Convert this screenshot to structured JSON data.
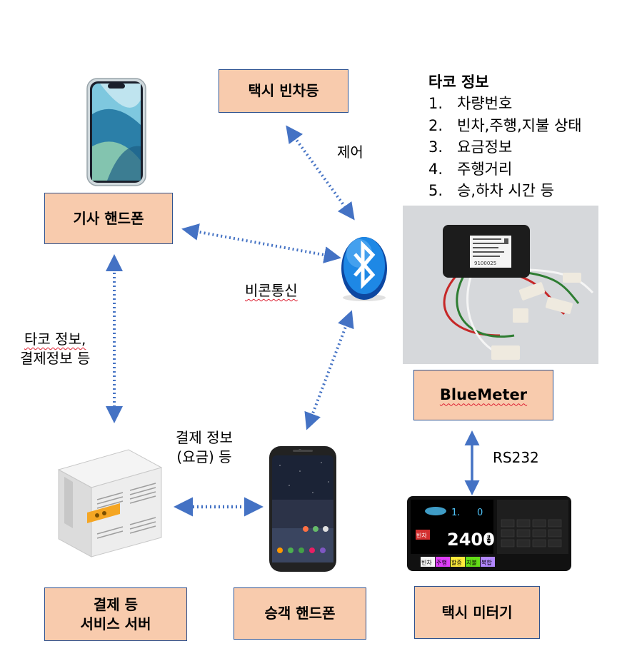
{
  "nodes": {
    "taxi_light": "택시 빈차등",
    "driver_phone": "기사 핸드폰",
    "bluemeter": "BlueMeter",
    "server_line1": "결제 등",
    "server_line2": "서비스 서버",
    "passenger_phone": "승객 핸드폰",
    "taxi_meter": "택시 미터기"
  },
  "edge_labels": {
    "control": "제어",
    "beacon": "비콘통신",
    "driver_server_line1": "타코 정보,",
    "driver_server_line2": "결제정보 등",
    "payment_line1": "결제 정보",
    "payment_line2": "(요금) 등",
    "rs232": "RS232"
  },
  "info": {
    "title": "타코 정보",
    "items": [
      {
        "n": "1.",
        "text": "차량번호"
      },
      {
        "n": "2.",
        "text": "빈차,주행,지불 상태"
      },
      {
        "n": "3.",
        "text": "요금정보"
      },
      {
        "n": "4.",
        "text": "주행거리"
      },
      {
        "n": "5.",
        "text": "승,하차 시간 등"
      }
    ]
  },
  "meter_display": {
    "fare": "2400",
    "unit": "원",
    "lcd_top": "1.",
    "lcd_right": "0",
    "status": "빈차",
    "keys": [
      "빈차",
      "주행",
      "할증",
      "지불",
      "복합"
    ]
  },
  "device_label": {
    "line1": "9100025"
  },
  "colors": {
    "box_fill": "#f8cbad",
    "box_border": "#2f528f",
    "arrow": "#4472c4",
    "bluetooth": "#1565c0"
  }
}
